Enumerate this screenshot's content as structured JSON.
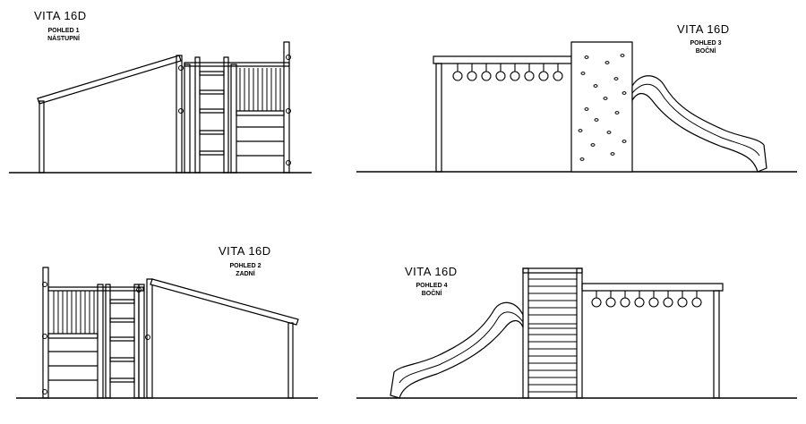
{
  "views": [
    {
      "title": "VITA 16D",
      "view": "POHLED 1",
      "side": "NÁSTUPNÍ"
    },
    {
      "title": "VITA 16D",
      "view": "POHLED 3",
      "side": "BOČNÍ"
    },
    {
      "title": "VITA 16D",
      "view": "POHLED 2",
      "side": "ZADNÍ"
    },
    {
      "title": "VITA 16D",
      "view": "POHLED 4",
      "side": "BOČNÍ"
    }
  ]
}
